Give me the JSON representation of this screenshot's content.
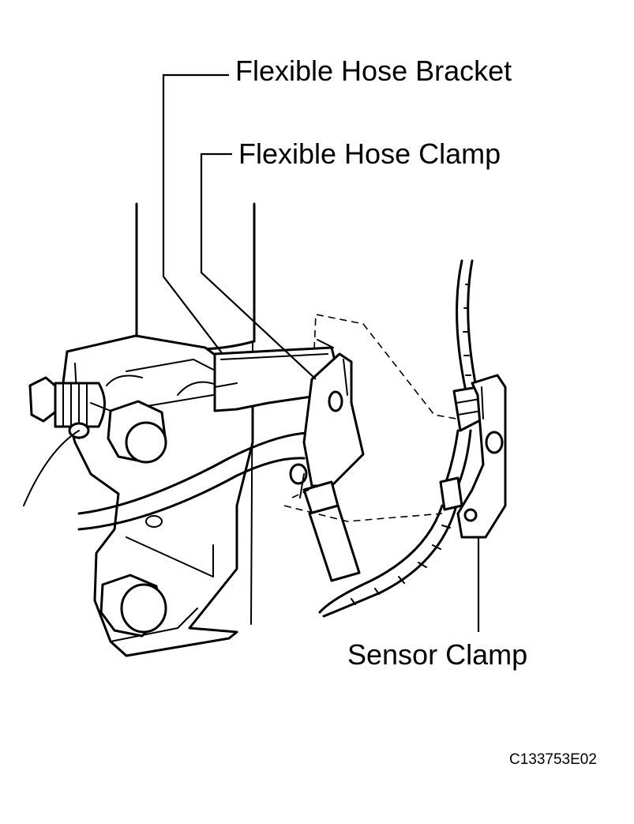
{
  "labels": {
    "flexible_hose_bracket": "Flexible Hose Bracket",
    "flexible_hose_clamp": "Flexible Hose Clamp",
    "sensor_clamp": "Sensor Clamp"
  },
  "figure_code": "C133753E02",
  "colors": {
    "line": "#000000",
    "background": "#ffffff"
  }
}
